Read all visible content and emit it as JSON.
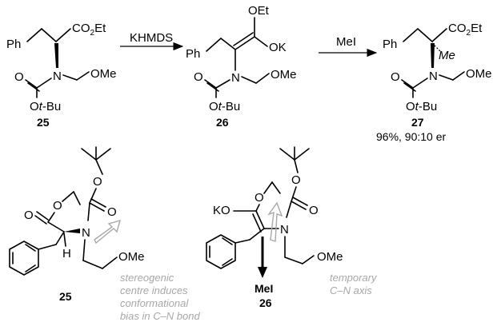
{
  "reagents": {
    "step1": "KHMDS",
    "step2": "MeI"
  },
  "atoms": {
    "ph": "Ph",
    "co2et": "CO",
    "co2et_sub": "2",
    "co2et_tail": "Et",
    "n": "N",
    "o": "O",
    "ome": "OMe",
    "otbu_o": "O",
    "otbu_t": "t",
    "otbu_bu": "-Bu",
    "oet": "OEt",
    "ok": "OK",
    "ko": "KO",
    "me": "Me",
    "h": "H"
  },
  "compounds": {
    "c25": "25",
    "c26": "26",
    "c27": "27",
    "c27_yield": "96%, 90:10 er"
  },
  "bottom": {
    "mei_label": "MeI",
    "note_left": [
      "stereogenic",
      "centre induces",
      "conformational",
      "bias in C–N bond"
    ],
    "note_right": [
      "temporary",
      "C–N axis"
    ]
  }
}
